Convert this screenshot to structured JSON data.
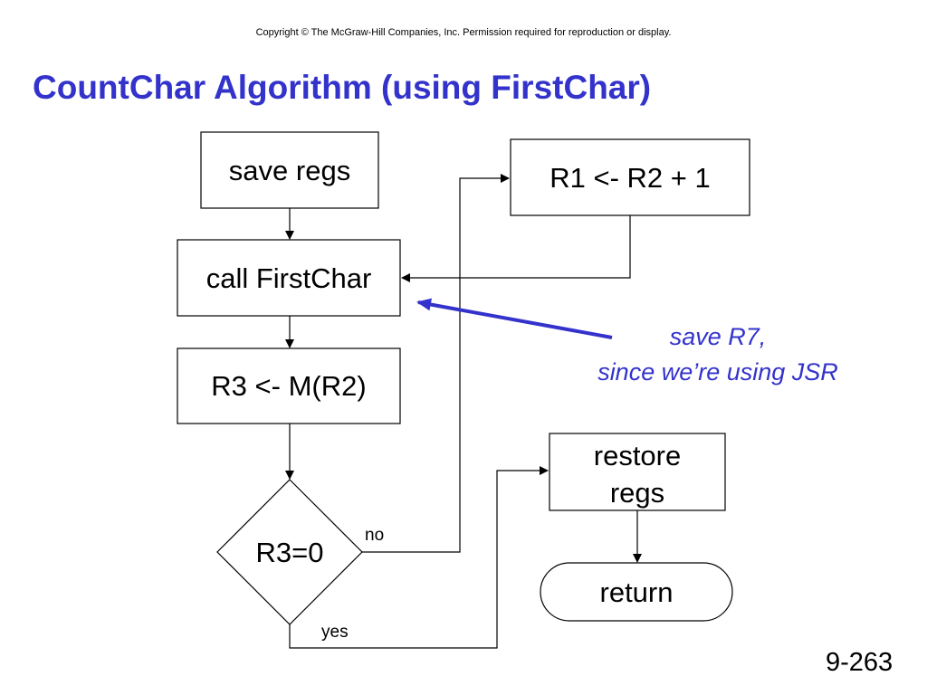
{
  "header": {
    "copyright": "Copyright © The McGraw-Hill Companies, Inc.  Permission required for reproduction or display.",
    "title": "CountChar Algorithm (using FirstChar)"
  },
  "nodes": {
    "save_regs": "save regs",
    "call_firstchar": "call FirstChar",
    "r3_load": "R3 <- M(R2)",
    "decision": "R3=0",
    "r1_assign": "R1 <- R2 + 1",
    "restore_regs_line1": "restore",
    "restore_regs_line2": "regs",
    "return": "return"
  },
  "edges": {
    "no_label": "no",
    "yes_label": "yes"
  },
  "annotation": {
    "line1": "save R7,",
    "line2": "since we’re using JSR",
    "color": "#3333cc"
  },
  "footer": {
    "slide_number": "9-263"
  }
}
